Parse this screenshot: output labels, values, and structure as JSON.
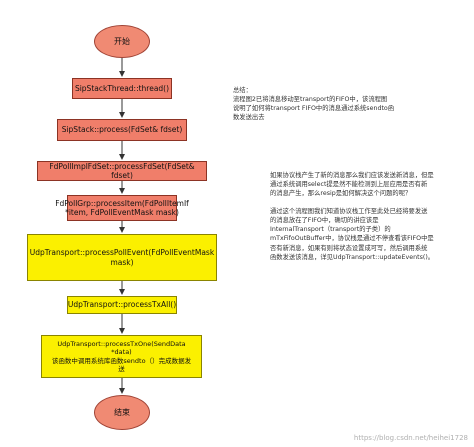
{
  "flow": {
    "start": "开始",
    "sip_stack_thread": "SipStackThread::thread()",
    "sip_stack_process": "SipStack::process(FdSet& fdset)",
    "fdpoll_impl_process": "FdPollImplFdSet::processFdSet(FdSet& fdset)",
    "fdpoll_grp_process": "FdPollGrp::processItem(FdPollItemIf *item, FdPollEventMask mask)",
    "udp_poll_event": "UdpTransport::processPollEvent(FdPollEventMask mask)",
    "udp_tx_all": "UdpTransport::processTxAll()",
    "udp_tx_one_line1": "UdpTransport::processTxOne(SendData",
    "udp_tx_one_line2": "*data)",
    "udp_tx_one_line3": "该函数中调用系统库函数sendto（）完成数据发",
    "udp_tx_one_line4": "送",
    "end": "结束"
  },
  "notes": {
    "summary": "总结：\n流程图2已将消息移动至transport的FIFO中，该流程图\n说明了如何将transport FIFO中的消息通过系统sendto函\n数发送出去",
    "question": "如果协议栈产生了新的消息那么我们应该发送新消息，但是\n通过系统调用select提是然不能检测到上层应用是否有新\n的消息产生，那么resip是如何解决这个问题的呢？",
    "answer": "通过这个流程图我们知道协议栈工作至此处已经将要发送\n的消息放在了FIFO中，确切的讲应该是\nInternalTransport（transport的子类）的\nmTxFifoOutBuffer中，协议栈是通过不停查看该FIFO中是\n否有新消息，如果有则将状态设置成可写，然后调用系统\n函数发送该消息，详见UdpTransport::updateEvents()。"
  },
  "watermark": "https://blog.csdn.net/heihei1728",
  "colors": {
    "terminal_fill": "#f08a73",
    "process_red": "#f07e6a",
    "process_yellow": "#fbf000",
    "arrow": "#333333"
  }
}
